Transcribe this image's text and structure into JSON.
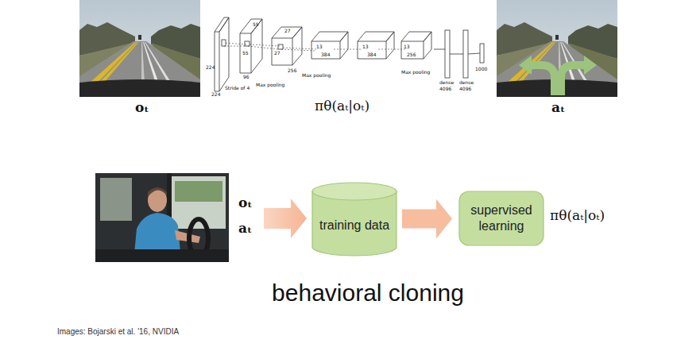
{
  "diagram": {
    "caption": "behavioral cloning",
    "nodes": [
      {
        "text": [
          "training data"
        ]
      },
      {
        "text": [
          "supervised learning"
        ]
      }
    ],
    "edges": [
      {
        "from": 0,
        "to": 1,
        "arrow": "to"
      }
    ],
    "labels": [
      "oₜ",
      "πθ(aₜ|oₜ)",
      "aₜ",
      "oₜ",
      "aₜ",
      "πθ(aₜ|oₜ)",
      "Images: Bojarski et al. '16, NVIDIA",
      "224",
      "224",
      "Stride of 4",
      "55",
      "55",
      "96",
      "27",
      "27",
      "256",
      "Max pooling",
      "13",
      "384",
      "Max pooling",
      "13",
      "384",
      "13",
      "256",
      "Max pooling",
      "dense",
      "dense",
      "4096",
      "4096",
      "1000"
    ]
  }
}
